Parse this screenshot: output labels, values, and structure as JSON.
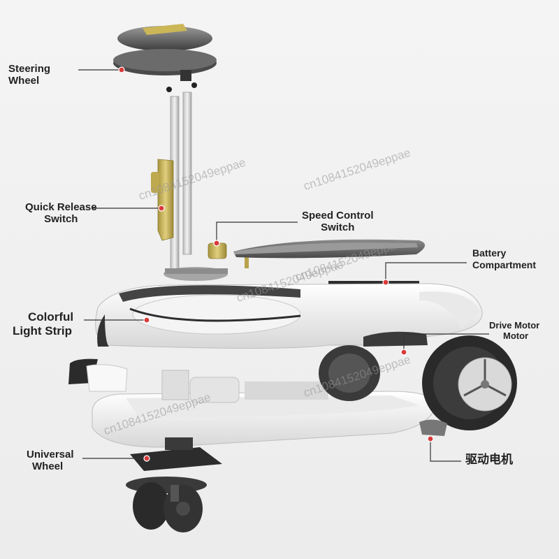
{
  "labels": {
    "steering_wheel": [
      "Steering",
      "Wheel"
    ],
    "quick_release": [
      "Quick Release",
      "Switch"
    ],
    "speed_control": [
      "Speed Control",
      "Switch"
    ],
    "battery": [
      "Battery",
      "Compartment"
    ],
    "light_strip": [
      "Colorful",
      "Light Strip"
    ],
    "drive_motor": [
      "Drive Motor",
      "Motor"
    ],
    "universal_wheel": [
      "Universal",
      "Wheel"
    ],
    "chinese_drive_motor": "驱动电机"
  },
  "watermarks": [
    "cn1084152049eppae",
    "cn1084152049eppae",
    "cn1084152049eppae",
    "cn1084152049eppae",
    "cn1084152049eppae",
    "cn1084152049eppae"
  ],
  "colors": {
    "dot": "#d93a3a",
    "leader": "#333333",
    "brass": "#c8b35a",
    "shell": "#ffffff",
    "dark": "#2a2a2a"
  }
}
